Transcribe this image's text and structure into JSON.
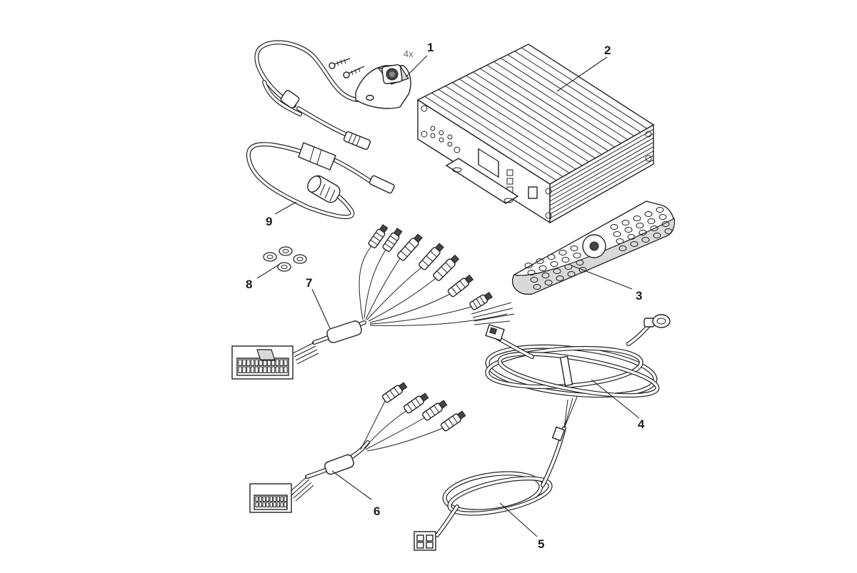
{
  "callouts": {
    "c1": "1",
    "c2": "2",
    "c3": "3",
    "c4": "4",
    "c5": "5",
    "c6": "6",
    "c7": "7",
    "c8": "8",
    "c9": "9"
  },
  "screw_quantity": "4x"
}
